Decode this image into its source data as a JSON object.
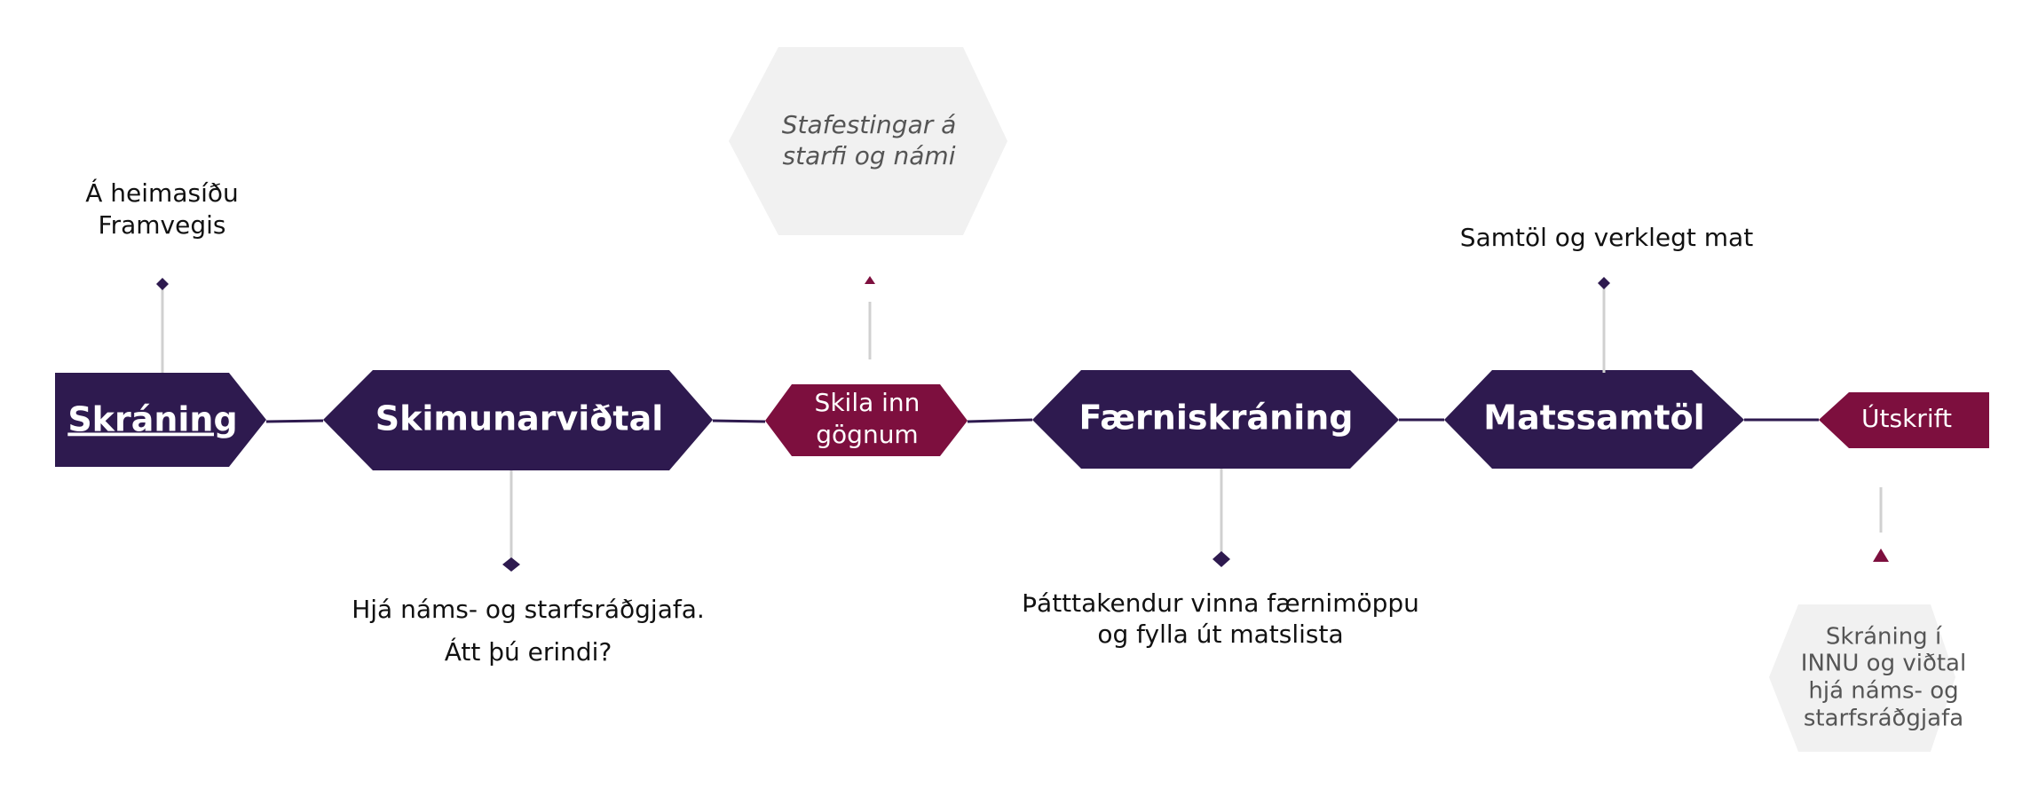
{
  "colors": {
    "stage": "#2e1a4f",
    "accent": "#7d0f3e",
    "connector": "#2e1a4f",
    "leader": "#d0d0d0",
    "note_bg": "#f1f1f1",
    "note_text": "#555555",
    "label_text": "#111111"
  },
  "stages": [
    {
      "id": "skraning",
      "label": "Skráning",
      "link": true
    },
    {
      "id": "skimunarvidtal",
      "label": "Skimunarviðtal"
    },
    {
      "id": "skila-inn-gognum",
      "label": [
        "Skila inn",
        "gögnum"
      ],
      "accent": true
    },
    {
      "id": "faerniskraning",
      "label": "Færniskráning"
    },
    {
      "id": "matssamtol",
      "label": "Matssamtöl"
    },
    {
      "id": "utskrift",
      "label": "Útskrift",
      "accent": true
    }
  ],
  "notes": {
    "skraning": [
      "Á heimasíðu",
      "Framvegis"
    ],
    "skimunarvidtal": [
      "Hjá náms- og starfsráðgjafa.",
      "Átt þú erindi?"
    ],
    "skila_inn": [
      "Stafestingar á",
      "starfi og námi"
    ],
    "faerniskraning": [
      "Þátttakendur vinna færnimöppu",
      "og fylla út matslista"
    ],
    "matssamtol": [
      "Samtöl og verklegt mat"
    ],
    "utskrift": [
      "Skráning í",
      "INNU og viðtal",
      "hjá náms- og",
      "starfsráðgjafa"
    ]
  }
}
